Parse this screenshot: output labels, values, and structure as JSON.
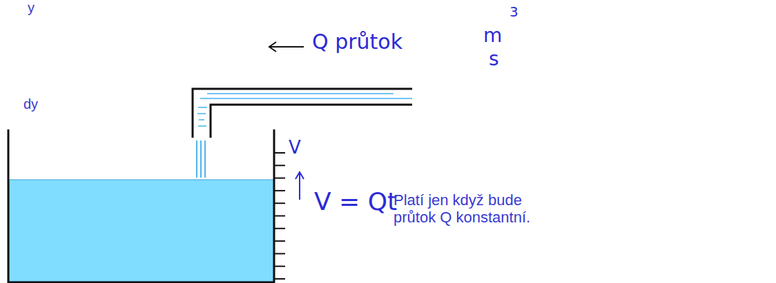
{
  "diagram": {
    "labels": [
      "y",
      "dy",
      "Q průtok",
      "m",
      "3",
      "s",
      "V",
      "V = Qt",
      "Platí jen když bude průtok Q konstantní."
    ]
  }
}
